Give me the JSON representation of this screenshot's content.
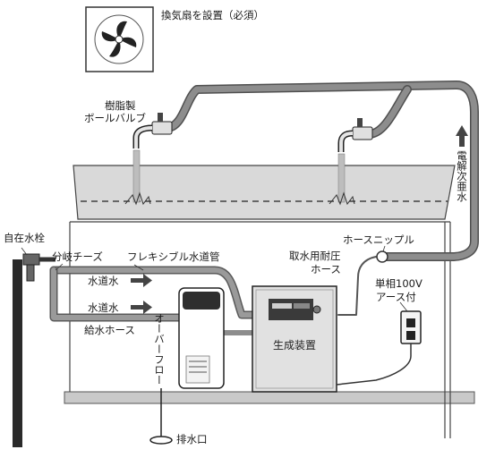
{
  "labels": {
    "fan": "換気扇を設置（必須）",
    "resin_valve_line1": "樹脂製",
    "resin_valve_line2": "ボールバルブ",
    "faucet": "自在水栓",
    "branch_tee": "分岐チーズ",
    "flexible_pipe": "フレキシブル水道管",
    "tap_water_1": "水道水",
    "tap_water_2": "水道水",
    "supply_hose": "給水ホース",
    "overflow": "オーバーフロー",
    "hose_nipple": "ホースニップル",
    "pressure_hose_line1": "取水用耐圧",
    "pressure_hose_line2": "ホース",
    "power_line1": "単相100V",
    "power_line2": "アース付",
    "generator": "生成装置",
    "drain": "排水口",
    "electrolyzed_water": "電解次亜水"
  },
  "colors": {
    "hose": "#8d8d8d",
    "hose_edge": "#5a5a5a",
    "line": "#333333",
    "shelf": "#c9c9c9"
  }
}
